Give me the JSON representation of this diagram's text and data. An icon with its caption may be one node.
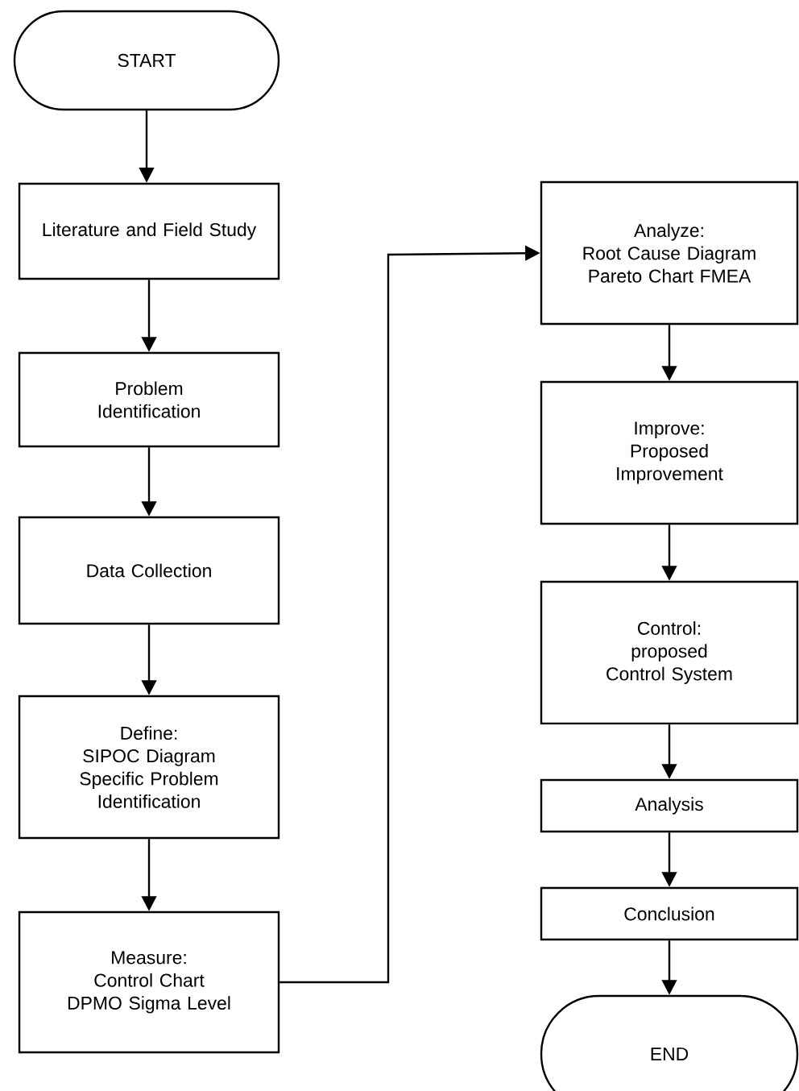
{
  "diagram": {
    "nodes": [
      {
        "text": [
          "START"
        ]
      },
      {
        "text": [
          "Literature and Field Study"
        ]
      },
      {
        "text": [
          "Problem Identification"
        ]
      },
      {
        "text": [
          "Data Collection"
        ]
      },
      {
        "text": [
          "Define:",
          "SIPOC Diagram Specific Problem Identification"
        ]
      },
      {
        "text": [
          "Measure:",
          "Control Chart DPMO Sigma Level"
        ]
      },
      {
        "text": [
          "Analyze:",
          "Root Cause Diagram Pareto Chart FMEA"
        ]
      },
      {
        "text": [
          "Improve:",
          "Proposed Improvement"
        ]
      },
      {
        "text": [
          "Control:",
          "proposed Control System"
        ]
      },
      {
        "text": [
          "Analysis"
        ]
      },
      {
        "text": [
          "Conclusion"
        ]
      },
      {
        "text": [
          "END"
        ]
      }
    ],
    "edges": [
      {
        "from": 0,
        "to": 1,
        "arrow": "to"
      },
      {
        "from": 1,
        "to": 2,
        "arrow": "to"
      },
      {
        "from": 2,
        "to": 3,
        "arrow": "to"
      },
      {
        "from": 3,
        "to": 4,
        "arrow": "to"
      },
      {
        "from": 4,
        "to": 5,
        "arrow": "to"
      },
      {
        "from": 5,
        "to": 6,
        "arrow": "to"
      },
      {
        "from": 6,
        "to": 7,
        "arrow": "to"
      },
      {
        "from": 7,
        "to": 8,
        "arrow": "to"
      },
      {
        "from": 8,
        "to": 9,
        "arrow": "to"
      },
      {
        "from": 9,
        "to": 10,
        "arrow": "to"
      },
      {
        "from": 10,
        "to": 11,
        "arrow": "to"
      }
    ]
  }
}
